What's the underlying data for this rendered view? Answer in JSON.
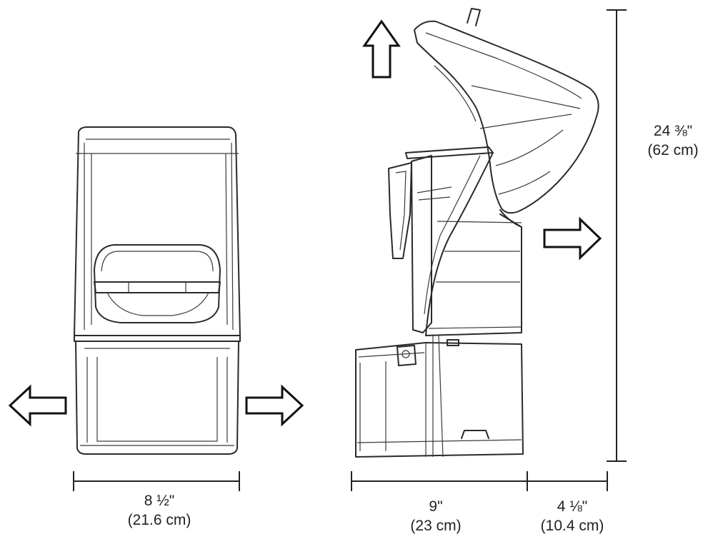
{
  "diagram": {
    "front_view": {
      "width_label": "8 ½\"",
      "width_metric": "(21.6 cm)"
    },
    "side_view": {
      "depth_label": "9\"",
      "depth_metric": "(23 cm)",
      "lid_clearance_label": "4 ⅛\"",
      "lid_clearance_metric": "(10.4 cm)",
      "height_label": "24 ⅜\"",
      "height_metric": "(62 cm)"
    }
  }
}
